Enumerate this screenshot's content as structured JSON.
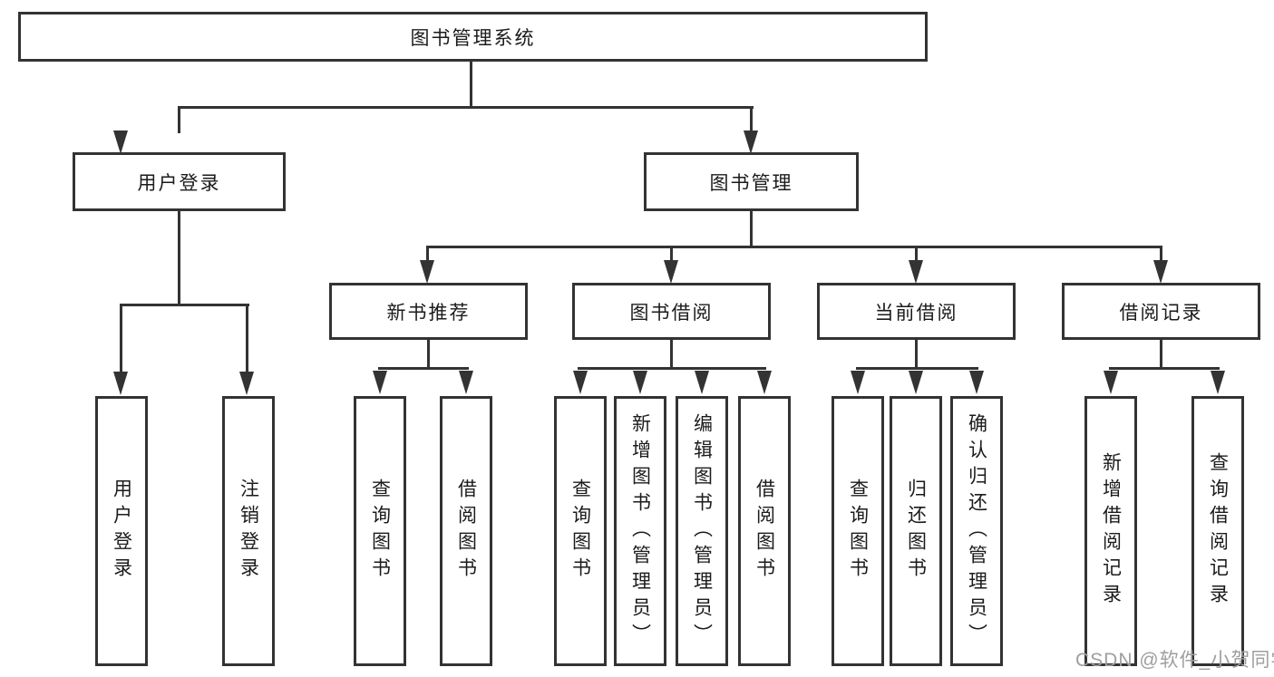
{
  "diagram_type": "hierarchy-tree",
  "tree": {
    "label": "图书管理系统",
    "children": [
      {
        "label": "用户登录",
        "children": [
          {
            "label": "用户登录"
          },
          {
            "label": "注销登录"
          }
        ]
      },
      {
        "label": "图书管理",
        "children": [
          {
            "label": "新书推荐",
            "children": [
              {
                "label": "查询图书"
              },
              {
                "label": "借阅图书"
              }
            ]
          },
          {
            "label": "图书借阅",
            "children": [
              {
                "label": "查询图书"
              },
              {
                "label": "新增图书（管理员）"
              },
              {
                "label": "编辑图书（管理员）"
              },
              {
                "label": "借阅图书"
              }
            ]
          },
          {
            "label": "当前借阅",
            "children": [
              {
                "label": "查询图书"
              },
              {
                "label": "归还图书"
              },
              {
                "label": "确认归还（管理员）"
              }
            ]
          },
          {
            "label": "借阅记录",
            "children": [
              {
                "label": "新增借阅记录"
              },
              {
                "label": "查询借阅记录"
              }
            ]
          }
        ]
      }
    ]
  },
  "watermark": "CSDN @软件_小贺同学",
  "colors": {
    "line": "#333333",
    "text": "#1b1b1b",
    "watermark": "#9e9e9e",
    "background": "#ffffff"
  }
}
